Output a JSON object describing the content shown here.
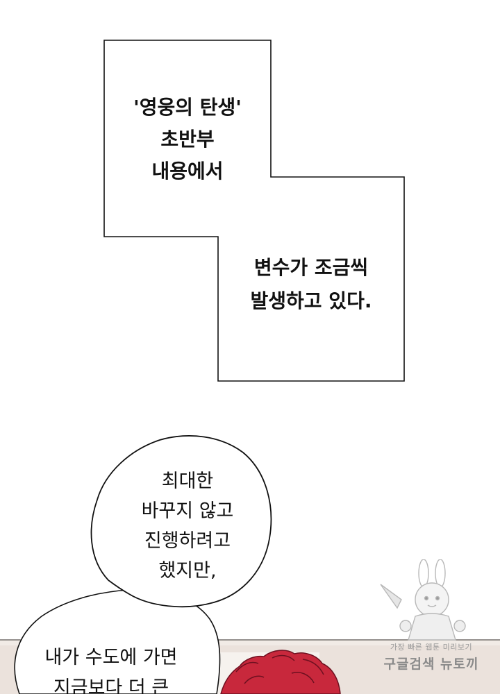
{
  "captions": {
    "first": "'영웅의 탄생'\n초반부\n내용에서",
    "second": "변수가 조금씩\n발생하고 있다."
  },
  "bubbles": {
    "first": "최대한\n바꾸지 않고\n진행하려고\n했지만,",
    "second": "내가 수도에 가면\n지금보다 더 큰"
  },
  "watermark": {
    "line1": "가장 빠른 웹툰 미리보기",
    "line2": "구글검색 뉴토끼",
    "icon": "bunny-mascot-icon"
  },
  "colors": {
    "panel_bg": "#ffffff",
    "ink": "#111111",
    "character_hair": "#c8283c",
    "lower_panel_bg": "#f1ebe6"
  }
}
